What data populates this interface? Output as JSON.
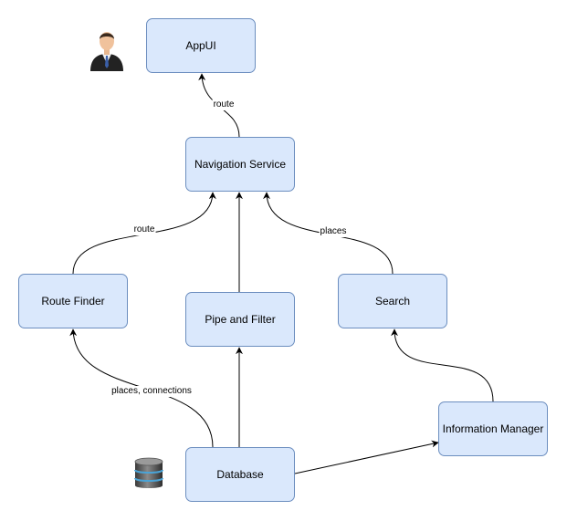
{
  "nodes": {
    "appui": "AppUI",
    "navigation_service": "Navigation Service",
    "route_finder": "Route Finder",
    "pipe_and_filter": "Pipe and Filter",
    "search": "Search",
    "information_manager": "Information Manager",
    "database": "Database"
  },
  "edges": {
    "nav_to_appui": "route",
    "routefinder_to_nav": "route",
    "search_to_nav": "places",
    "db_to_routefinder": "places, connections"
  },
  "icons": {
    "user": "user-icon",
    "database": "database-icon"
  },
  "colors": {
    "node_fill": "#dae8fc",
    "node_stroke": "#6c8ebf",
    "edge": "#000000"
  }
}
